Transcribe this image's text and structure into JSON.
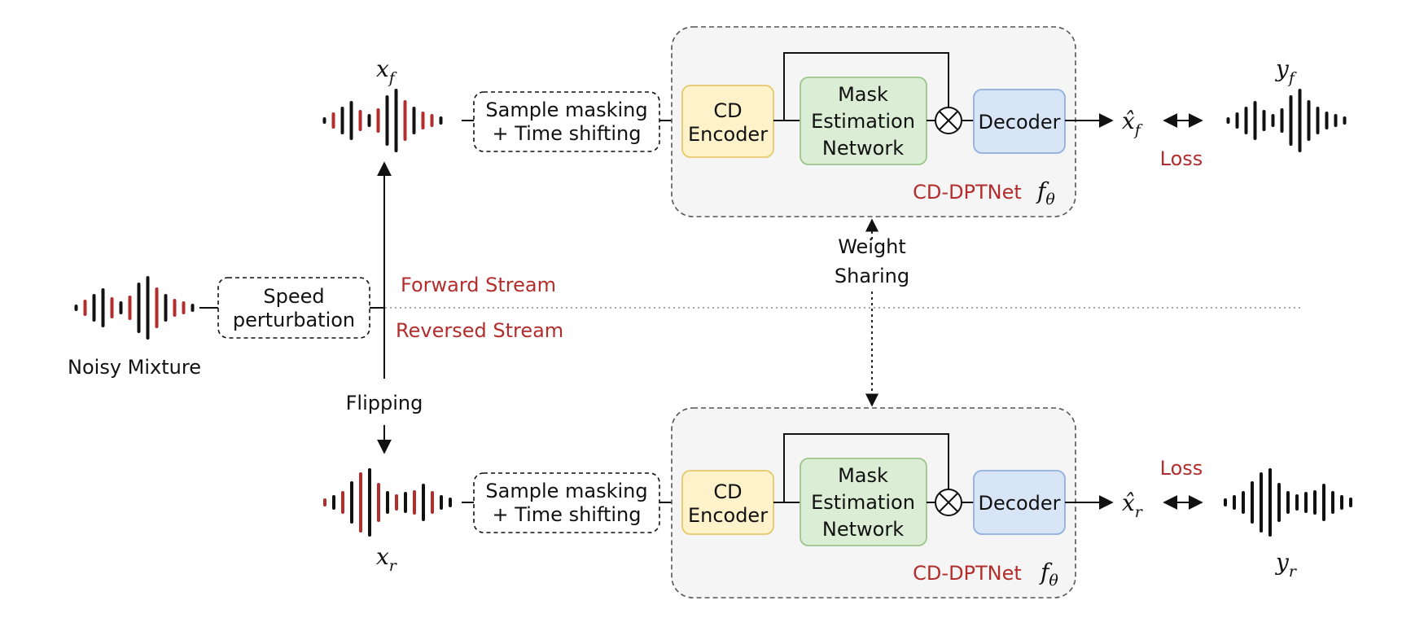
{
  "labels": {
    "x_f": "x",
    "x_f_sub": "f",
    "x_r": "x",
    "x_r_sub": "r",
    "y_f": "y",
    "y_f_sub": "f",
    "y_r": "y",
    "y_r_sub": "r",
    "xhat_f": "x̂",
    "xhat_f_sub": "f",
    "xhat_r": "x̂",
    "xhat_r_sub": "r",
    "f_theta": "f",
    "theta": "θ",
    "noisy_mixture": "Noisy Mixture",
    "speed_perturbation_1": "Speed",
    "speed_perturbation_2": "perturbation",
    "forward_stream": "Forward Stream",
    "reversed_stream": "Reversed Stream",
    "flipping": "Flipping",
    "weight_sharing_1": "Weight",
    "weight_sharing_2": "Sharing",
    "sample_masking": "Sample masking",
    "time_shifting": "+ Time shifting",
    "cd_encoder_1": "CD",
    "cd_encoder_2": "Encoder",
    "mask_1": "Mask",
    "mask_2": "Estimation",
    "mask_3": "Network",
    "decoder": "Decoder",
    "cd_dptnet": "CD-DPTNet",
    "loss": "Loss"
  },
  "colors": {
    "red_accent": "#b32d2d",
    "encoder_fill": "#fdf2c9",
    "encoder_stroke": "#e6c96a",
    "mask_fill": "#dcedd5",
    "mask_stroke": "#9cc58c",
    "decoder_fill": "#d8e5f7",
    "decoder_stroke": "#8fb0de",
    "panel_fill": "#f5f5f5"
  },
  "waveforms": {
    "noisy": "#b32d2d",
    "clean": "#111111"
  }
}
